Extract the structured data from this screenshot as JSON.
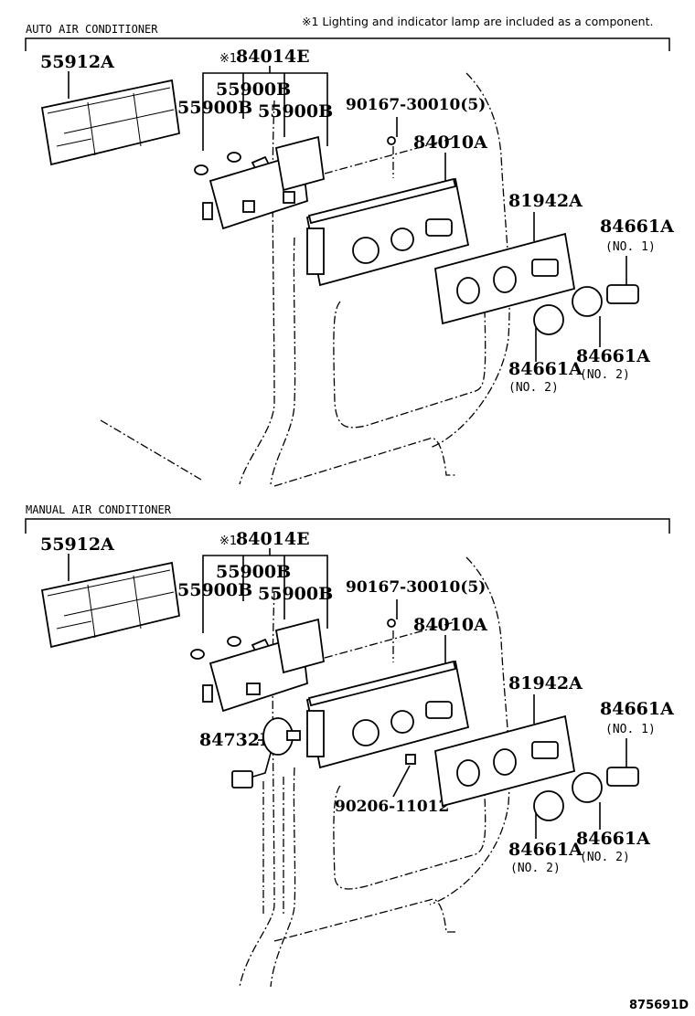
{
  "note": "※1 Lighting and indicator lamp are included as a component.",
  "figure_id": "875691D",
  "sections": [
    {
      "title": "AUTO AIR CONDITIONER",
      "labels": {
        "p55912A": "55912A",
        "mark": "※1",
        "p84014E": "84014E",
        "p55900B_a": "55900B",
        "p55900B_b": "55900B",
        "p55900B_c": "55900B",
        "p90167": "90167-30010(5)",
        "p84010A": "84010A",
        "p81942A": "81942A",
        "p84661A_1": "84661A",
        "p84661A_1_sub": "(NO. 1)",
        "p84661A_2a": "84661A",
        "p84661A_2a_sub": "(NO. 2)",
        "p84661A_2b": "84661A",
        "p84661A_2b_sub": "(NO. 2)"
      }
    },
    {
      "title": "MANUAL AIR CONDITIONER",
      "labels": {
        "p55912A": "55912A",
        "mark": "※1",
        "p84014E": "84014E",
        "p55900B_a": "55900B",
        "p55900B_b": "55900B",
        "p55900B_c": "55900B",
        "p90167": "90167-30010(5)",
        "p84010A": "84010A",
        "p81942A": "81942A",
        "p84732H": "84732H",
        "p90206": "90206-11012",
        "p84661A_1": "84661A",
        "p84661A_1_sub": "(NO. 1)",
        "p84661A_2a": "84661A",
        "p84661A_2a_sub": "(NO. 2)",
        "p84661A_2b": "84661A",
        "p84661A_2b_sub": "(NO. 2)"
      }
    }
  ]
}
